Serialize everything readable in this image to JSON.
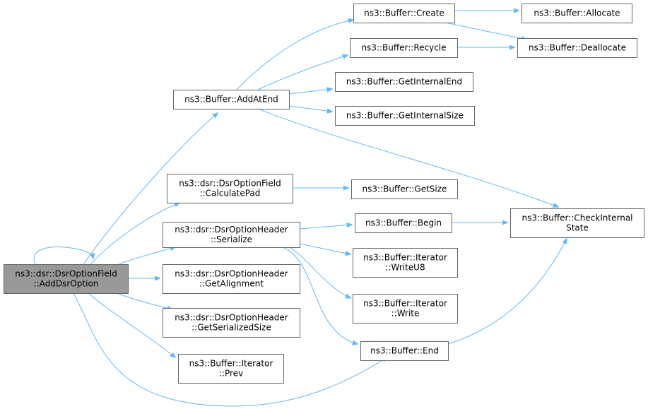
{
  "graph": {
    "nodes": [
      {
        "id": "root",
        "lines": [
          "ns3::dsr::DsrOptionField",
          "::AddDsrOption"
        ],
        "root": true
      },
      {
        "id": "addatend",
        "lines": [
          "ns3::Buffer::AddAtEnd"
        ]
      },
      {
        "id": "calcpad",
        "lines": [
          "ns3::dsr::DsrOptionField",
          "::CalculatePad"
        ]
      },
      {
        "id": "serialize",
        "lines": [
          "ns3::dsr::DsrOptionHeader",
          "::Serialize"
        ]
      },
      {
        "id": "getalignment",
        "lines": [
          "ns3::dsr::DsrOptionHeader",
          "::GetAlignment"
        ]
      },
      {
        "id": "getserializedsize",
        "lines": [
          "ns3::dsr::DsrOptionHeader",
          "::GetSerializedSize"
        ]
      },
      {
        "id": "iterprev",
        "lines": [
          "ns3::Buffer::Iterator",
          "::Prev"
        ]
      },
      {
        "id": "create",
        "lines": [
          "ns3::Buffer::Create"
        ]
      },
      {
        "id": "recycle",
        "lines": [
          "ns3::Buffer::Recycle"
        ]
      },
      {
        "id": "getinternalend",
        "lines": [
          "ns3::Buffer::GetInternalEnd"
        ]
      },
      {
        "id": "getinternalsize",
        "lines": [
          "ns3::Buffer::GetInternalSize"
        ]
      },
      {
        "id": "getsize",
        "lines": [
          "ns3::Buffer::GetSize"
        ]
      },
      {
        "id": "begin",
        "lines": [
          "ns3::Buffer::Begin"
        ]
      },
      {
        "id": "writeu8",
        "lines": [
          "ns3::Buffer::Iterator",
          "::WriteU8"
        ]
      },
      {
        "id": "write",
        "lines": [
          "ns3::Buffer::Iterator",
          "::Write"
        ]
      },
      {
        "id": "end",
        "lines": [
          "ns3::Buffer::End"
        ]
      },
      {
        "id": "allocate",
        "lines": [
          "ns3::Buffer::Allocate"
        ]
      },
      {
        "id": "deallocate",
        "lines": [
          "ns3::Buffer::Deallocate"
        ]
      },
      {
        "id": "checkinternal",
        "lines": [
          "ns3::Buffer::CheckInternal",
          "State"
        ]
      }
    ],
    "edges": [
      [
        "root",
        "root"
      ],
      [
        "root",
        "addatend"
      ],
      [
        "root",
        "calcpad"
      ],
      [
        "root",
        "serialize"
      ],
      [
        "root",
        "getalignment"
      ],
      [
        "root",
        "getserializedsize"
      ],
      [
        "root",
        "iterprev"
      ],
      [
        "root",
        "end"
      ],
      [
        "addatend",
        "create"
      ],
      [
        "addatend",
        "recycle"
      ],
      [
        "addatend",
        "getinternalend"
      ],
      [
        "addatend",
        "getinternalsize"
      ],
      [
        "addatend",
        "checkinternal"
      ],
      [
        "create",
        "allocate"
      ],
      [
        "create",
        "deallocate"
      ],
      [
        "recycle",
        "deallocate"
      ],
      [
        "calcpad",
        "getsize"
      ],
      [
        "serialize",
        "begin"
      ],
      [
        "serialize",
        "writeu8"
      ],
      [
        "serialize",
        "write"
      ],
      [
        "serialize",
        "end"
      ],
      [
        "begin",
        "checkinternal"
      ],
      [
        "end",
        "checkinternal"
      ]
    ],
    "colors": {
      "edge": "#63b8ff",
      "node_border": "#666666",
      "root_fill": "#999999"
    }
  }
}
